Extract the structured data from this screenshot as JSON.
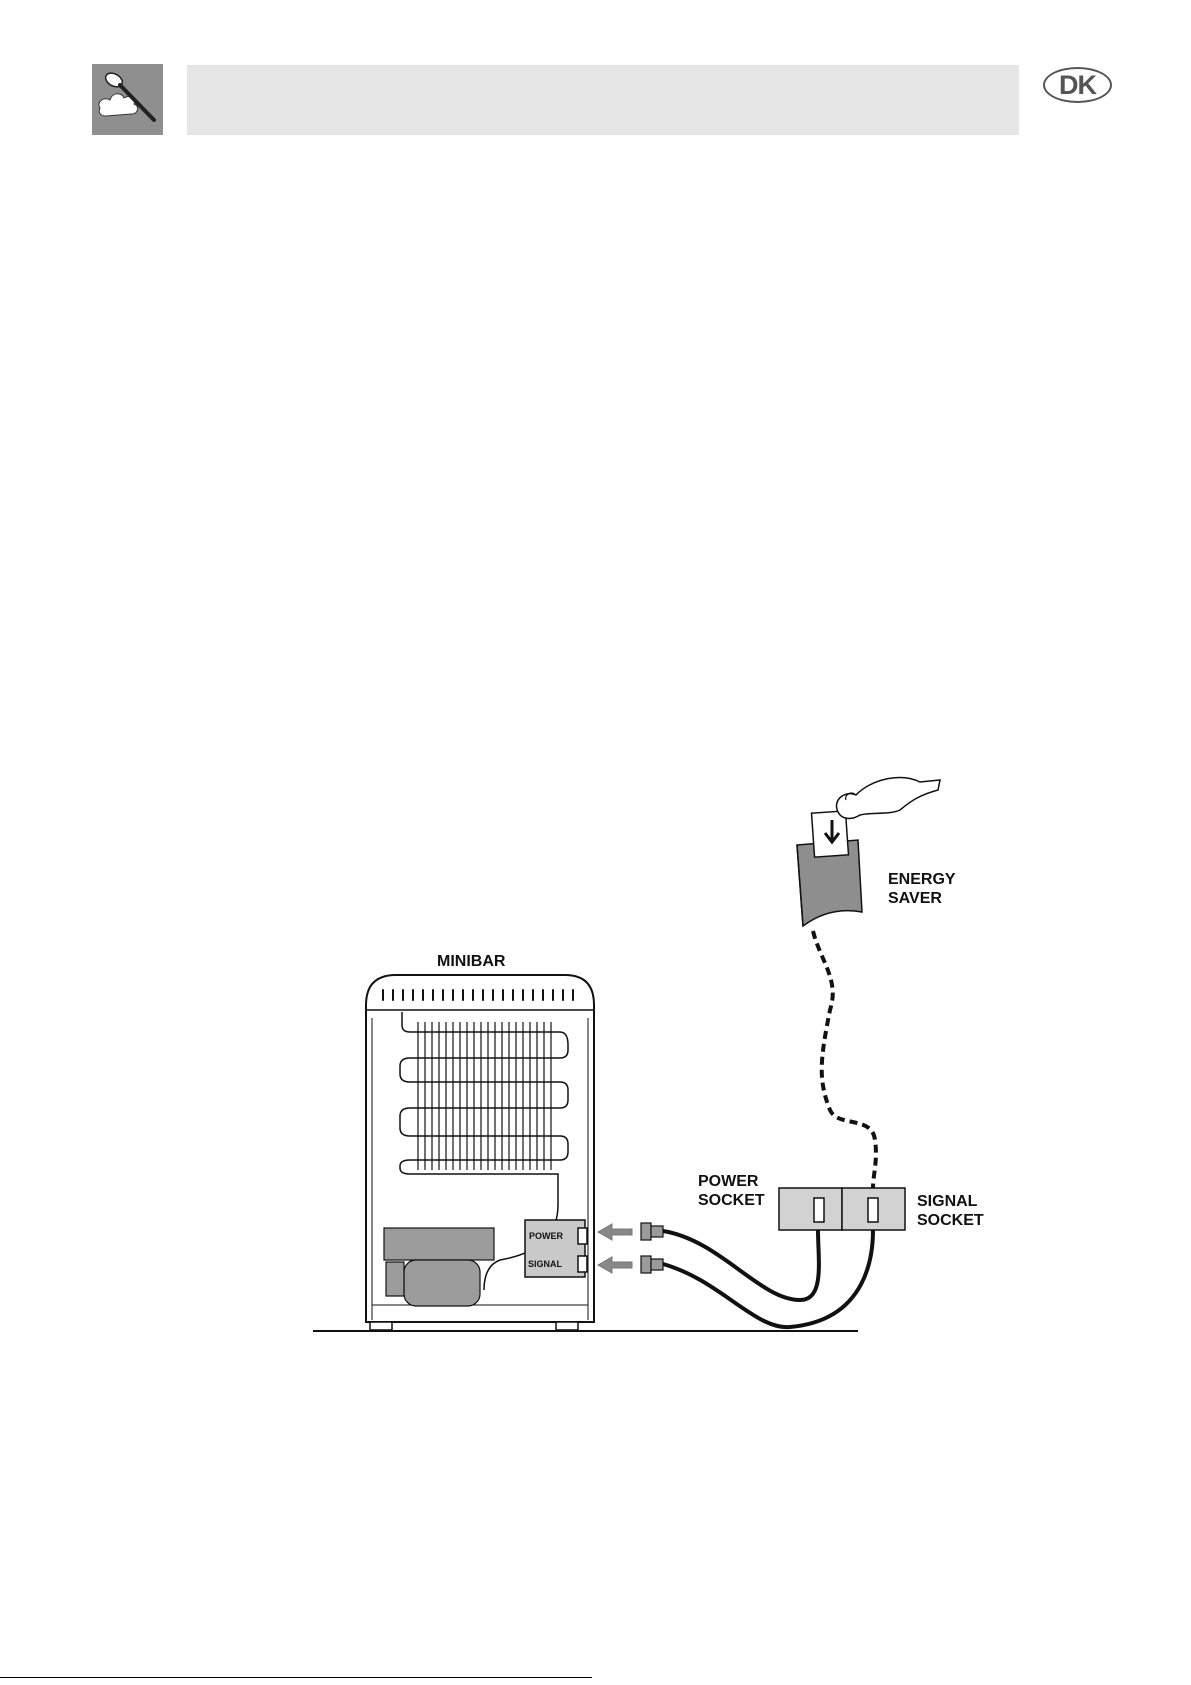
{
  "header": {
    "language_badge": "DK",
    "logo_icon": "chef-spoon-icon"
  },
  "diagram": {
    "minibar_label": "MINIBAR",
    "energy_saver_line1": "ENERGY",
    "energy_saver_line2": "SAVER",
    "power_socket_line1": "POWER",
    "power_socket_line2": "SOCKET",
    "signal_socket_line1": "SIGNAL",
    "signal_socket_line2": "SOCKET",
    "minibar_power_label": "POWER",
    "minibar_signal_label": "SIGNAL"
  }
}
